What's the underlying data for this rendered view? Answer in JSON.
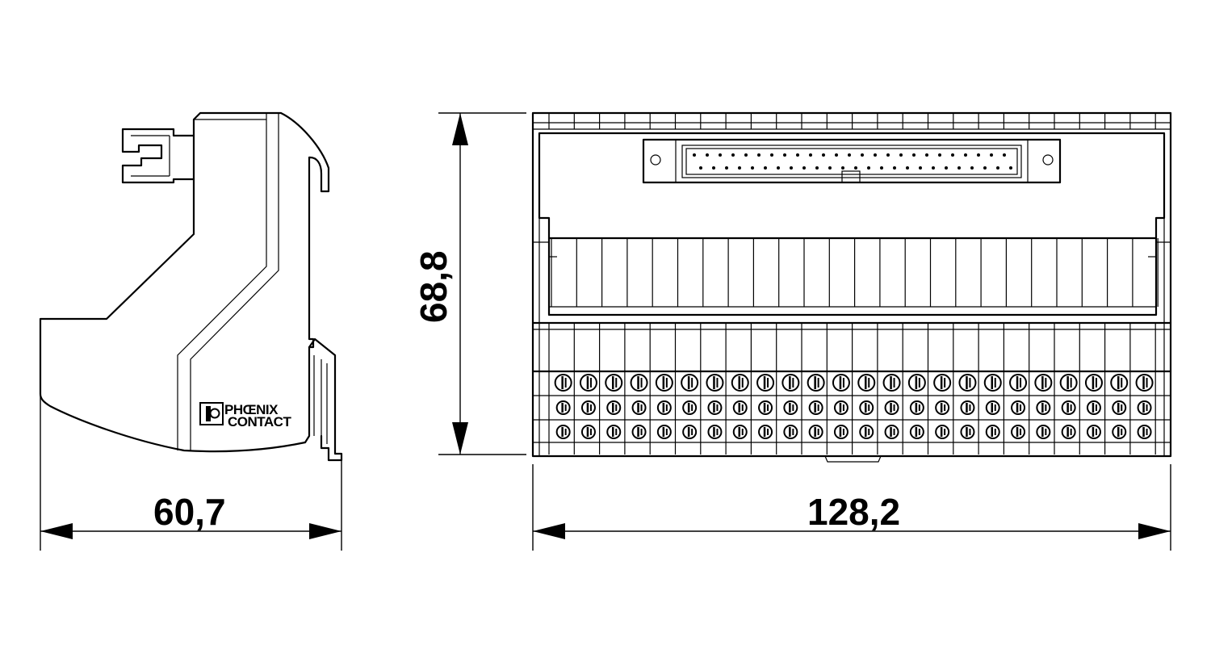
{
  "brand": {
    "line1": "PHŒNIX",
    "line2": "CONTACT"
  },
  "dimensions": {
    "side_depth": "60,7",
    "front_width": "128,2",
    "height": "68,8"
  },
  "front_view": {
    "terminal_columns": 24,
    "terminal_rows": 3,
    "connector_pin_rows": 2,
    "connector_pins_per_row": 25
  }
}
